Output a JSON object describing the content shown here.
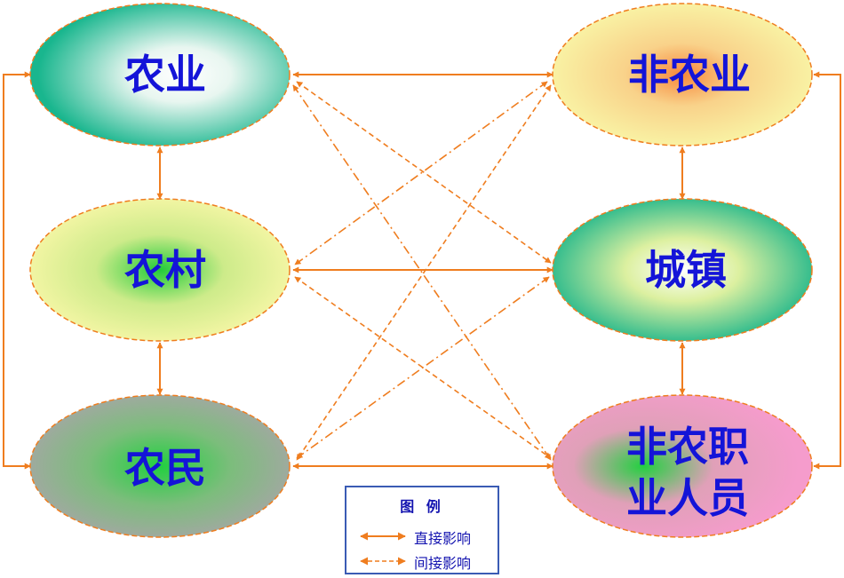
{
  "nodes": {
    "agriculture": "农业",
    "non_agriculture": "非农业",
    "countryside": "农村",
    "town": "城镇",
    "farmers": "农民",
    "non_farm_workers_line1": "非农职",
    "non_farm_workers_line2": "业人员"
  },
  "legend": {
    "title": "图 例",
    "direct": "直接影响",
    "indirect": "间接影响"
  },
  "colors": {
    "arrow": "#ef7d1f",
    "label": "#1414d8",
    "legend_border": "#3a5bb4",
    "teal": "#18b48a",
    "yellow": "#f8f6a6",
    "pink": "#f5a0c8",
    "grey": "#a8a8a8",
    "green_center": "#2ad040"
  }
}
